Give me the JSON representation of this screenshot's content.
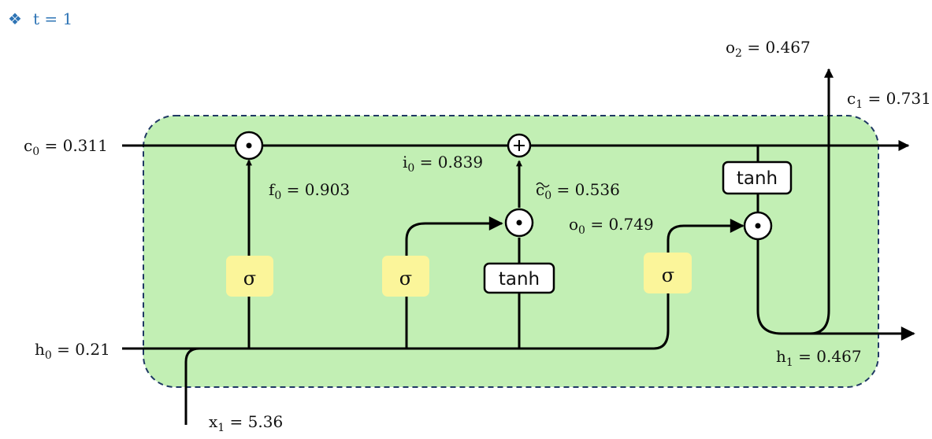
{
  "heading": {
    "bullet": "❖",
    "text": "t = 1"
  },
  "labels": {
    "c0": {
      "base": "c",
      "sub": "0",
      "rest": " = 0.311"
    },
    "h0": {
      "base": "h",
      "sub": "0",
      "rest": " = 0.21"
    },
    "x1": {
      "base": "x",
      "sub": "1",
      "rest": " = 5.36"
    },
    "f0": {
      "base": "f",
      "sub": "0",
      "rest": " = 0.903"
    },
    "i0": {
      "base": "i",
      "sub": "0",
      "rest": " = 0.839"
    },
    "ct0": {
      "base": "c",
      "sub": "0",
      "rest": " = 0.536"
    },
    "o0": {
      "base": "o",
      "sub": "0",
      "rest": " = 0.749"
    },
    "o2": {
      "base": "o",
      "sub": "2",
      "rest": " = 0.467"
    },
    "c1": {
      "base": "c",
      "sub": "1",
      "rest": " = 0.731"
    },
    "h1": {
      "base": "h",
      "sub": "1",
      "rest": " = 0.467"
    }
  },
  "gates": {
    "sigma": "σ",
    "tanh": "tanh",
    "multiply": "⊙",
    "add": "+"
  },
  "colors": {
    "cell_fill": "#c2efb4",
    "cell_border": "#1f3864",
    "sigma_fill": "#fbf59a",
    "heading": "#2e74b5"
  }
}
